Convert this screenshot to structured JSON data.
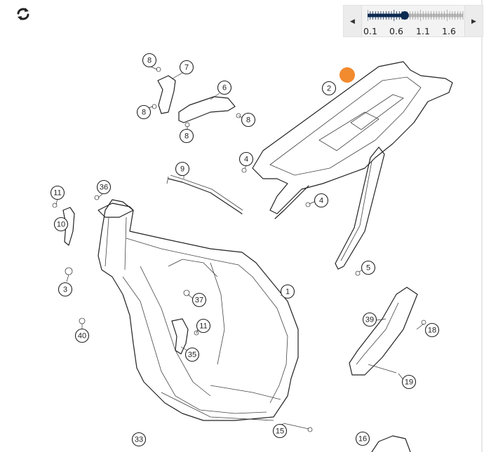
{
  "toolbar": {
    "refresh_icon": "refresh-icon"
  },
  "zoom": {
    "value": 0.8,
    "min": 0.1,
    "max": 1.9,
    "tick_labels": [
      "0.1",
      "0.6",
      "1.1",
      "1.6"
    ],
    "prev_icon": "caret-left-icon",
    "next_icon": "caret-right-icon",
    "accent_color": "#0d2b52"
  },
  "diagram": {
    "highlight_color": "#f28a2e",
    "selected_ring_color": "#e8d628",
    "callouts": [
      "1",
      "2",
      "3",
      "4",
      "4",
      "5",
      "6",
      "7",
      "8",
      "8",
      "8",
      "8",
      "9",
      "10",
      "11",
      "11",
      "15",
      "16",
      "18",
      "19",
      "33",
      "35",
      "36",
      "37",
      "39",
      "40"
    ]
  }
}
